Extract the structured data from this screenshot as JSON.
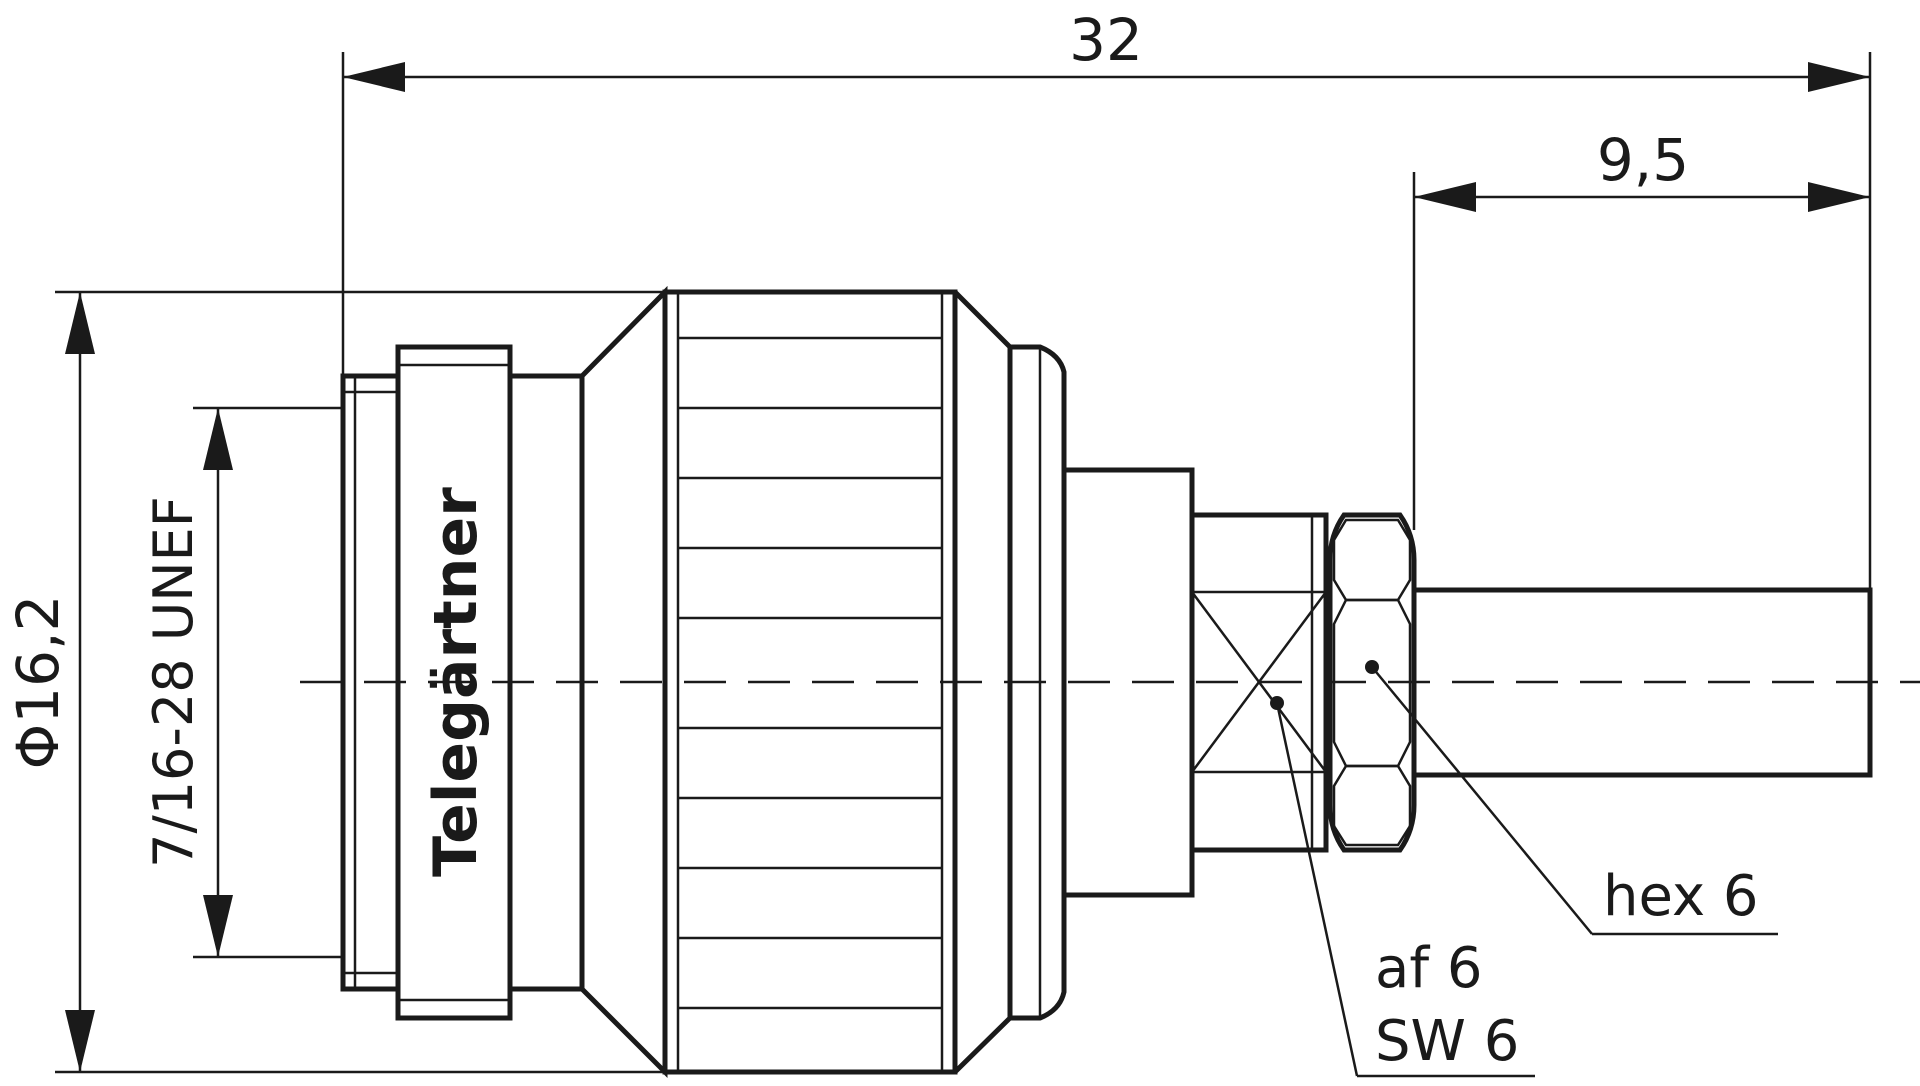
{
  "dimensions": {
    "overall_length": "32",
    "crimp_length": "9,5",
    "diameter": "Φ16,2",
    "thread": "7/16-28 UNEF"
  },
  "callouts": {
    "hex": "hex 6",
    "af": "af 6",
    "sw": "SW 6"
  },
  "logo_text": "Telegärtner",
  "colors": {
    "line": "#1a1a1a",
    "background": "#ffffff"
  }
}
